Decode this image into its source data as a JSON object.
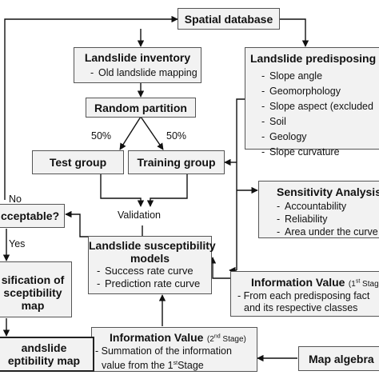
{
  "spatial_database": {
    "title": "Spatial database"
  },
  "landslide_inventory": {
    "title": "Landslide inventory",
    "items": [
      "Old landslide mapping"
    ]
  },
  "random_partition": {
    "title": "Random partition"
  },
  "split": {
    "left_pct": "50%",
    "right_pct": "50%"
  },
  "test_group": {
    "title": "Test group"
  },
  "training_group": {
    "title": "Training group"
  },
  "validation_label": "Validation",
  "predisposing": {
    "title": "Landslide predisposing",
    "items": [
      "Slope angle",
      "Geomorphology",
      "Slope aspect (excluded",
      "Soil",
      "Geology",
      "Slope curvature"
    ]
  },
  "sensitivity": {
    "title": "Sensitivity Analysis",
    "items": [
      "Accountability",
      "Reliability",
      "Area under the curve"
    ]
  },
  "acceptable": {
    "question": "cceptable?",
    "no_label": "No",
    "yes_label": "Yes"
  },
  "classification": {
    "line1": "sification of",
    "line2": "sceptibility",
    "line3": "map"
  },
  "susceptibility_models": {
    "title1": "Landslide susceptibility",
    "title2": "models",
    "items": [
      "Success rate curve",
      "Prediction rate curve"
    ]
  },
  "info_value_1": {
    "title": "Information Value",
    "stage": "(1",
    "stage_sup": "st",
    "stage_rest": " Stage",
    "line1": "- From each predisposing fact",
    "line2": "and its respective classes"
  },
  "info_value_2": {
    "title": "Information Value",
    "stage": "(2",
    "stage_sup": "nd",
    "stage_rest": " Stage)",
    "line1": "- Summation of the information",
    "line2_a": "value from the 1",
    "line2_sup": "st",
    "line2_b": "Stage"
  },
  "final_map": {
    "line1": "andslide",
    "line2": "eptibility map"
  },
  "map_algebra": {
    "title": "Map algebra"
  }
}
